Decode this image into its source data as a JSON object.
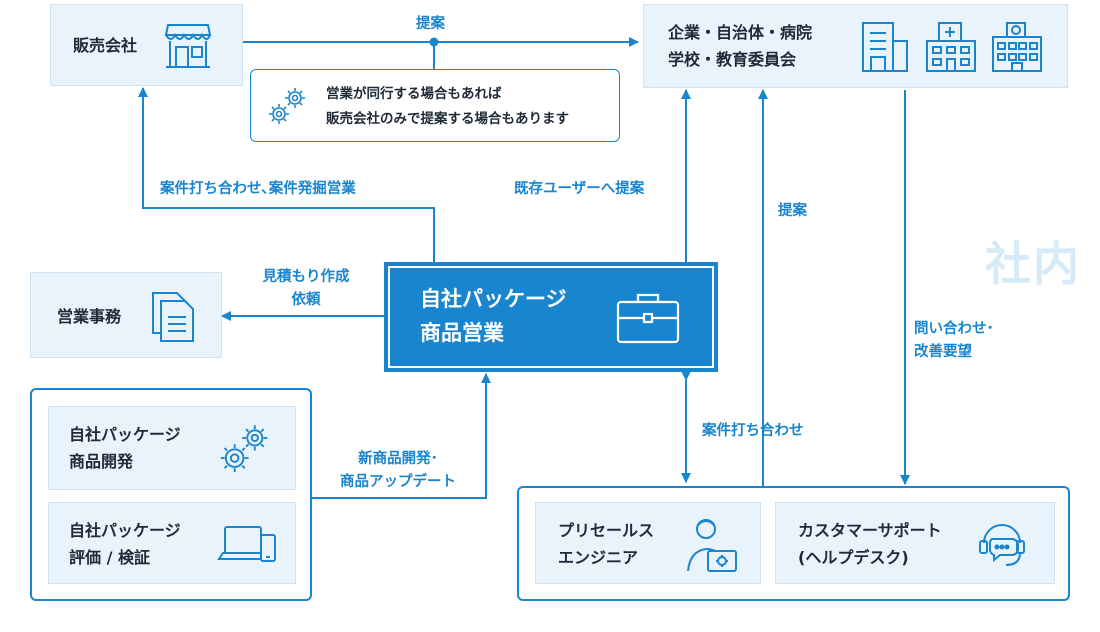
{
  "nodes": {
    "hanbai": "販売会社",
    "client_line1": "企業・自治体・病院",
    "client_line2": "学校・教育委員会",
    "jimu": "営業事務",
    "center_line1": "自社パッケージ",
    "center_line2": "商品営業",
    "dev_line1": "自社パッケージ",
    "dev_line2": "商品開発",
    "eval_line1": "自社パッケージ",
    "eval_line2": "評価 / 検証",
    "presales_line1": "プリセールス",
    "presales_line2": "エンジニア",
    "support_line1": "カスタマーサポート",
    "support_line2": "(ヘルプデスク)"
  },
  "note": {
    "line1": "営業が同行する場合もあれば",
    "line2": "販売会社のみで提案する場合もあります"
  },
  "edges": {
    "teian_top": "提案",
    "anken_hakkutsu": "案件打ち合わせ､案件発掘営業",
    "kizon": "既存ユーザーへ提案",
    "teian_right": "提案",
    "mitsumori_line1": "見積もり作成",
    "mitsumori_line2": "依頼",
    "toiawase_line1": "問い合わせ･",
    "toiawase_line2": "改善要望",
    "shinshohin_line1": "新商品開発･",
    "shinshohin_line2": "商品アップデート",
    "anken_uchiawase": "案件打ち合わせ"
  },
  "watermark": "社内",
  "colors": {
    "accent": "#1a85cf",
    "box_fill": "#e9f3fb",
    "text": "#1f2a36"
  },
  "icons": [
    "store-icon",
    "office-building-icon",
    "hospital-icon",
    "school-icon",
    "gears-icon",
    "documents-icon",
    "briefcase-icon",
    "laptop-phone-icon",
    "engineer-icon",
    "headset-chat-icon"
  ]
}
